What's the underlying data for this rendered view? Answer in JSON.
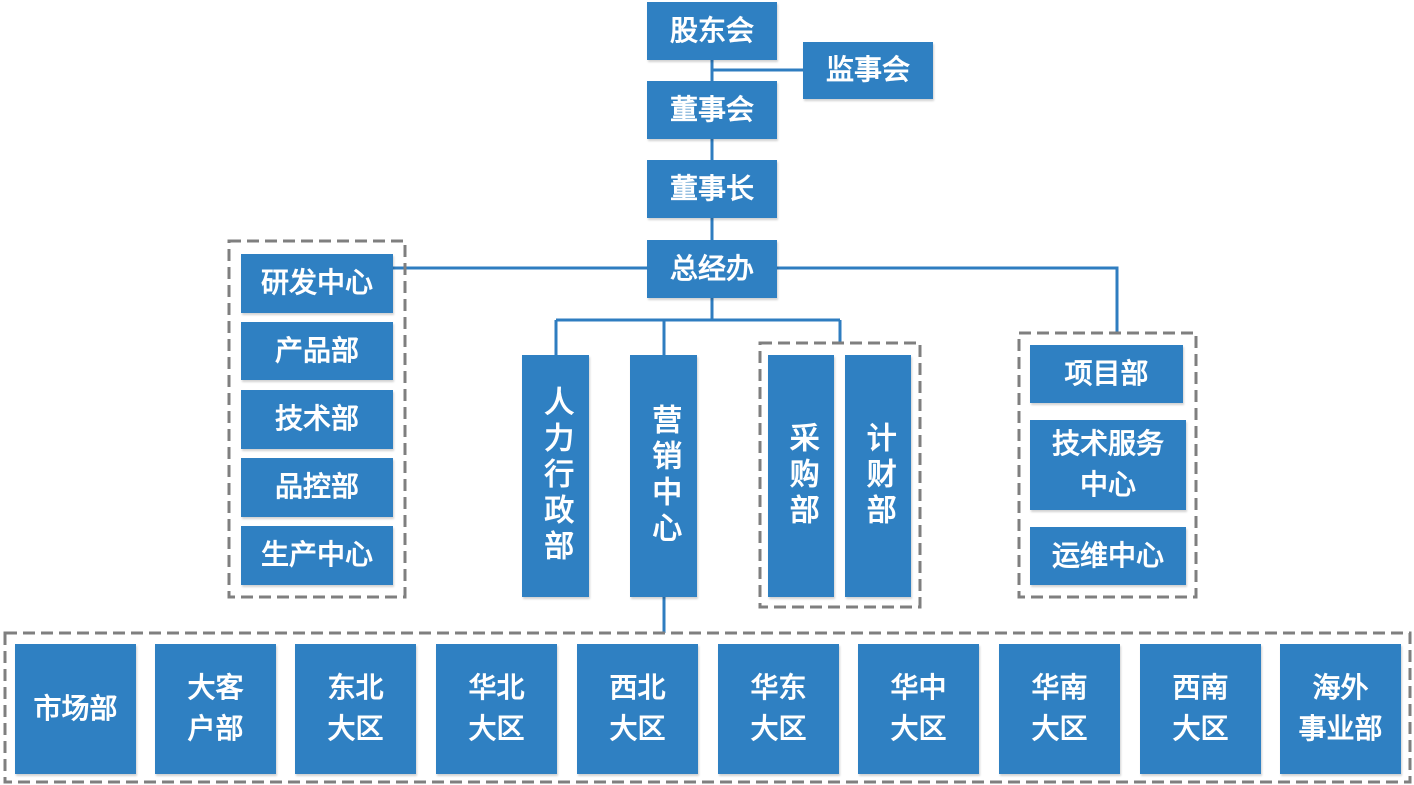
{
  "colors": {
    "box": "#2F80C2",
    "connector": "#2F7DC0",
    "dashed_frame": "#7F7F7F",
    "text": "#FFFFFF"
  },
  "governance": {
    "shareholders": "股东会",
    "supervisors": "监事会",
    "board": "董事会",
    "chairman": "董事长",
    "gm_office": "总经办"
  },
  "left_group": [
    "研发中心",
    "产品部",
    "技术部",
    "品控部",
    "生产中心"
  ],
  "middle": {
    "hr_admin": "人力行政部",
    "marketing": "营销中心",
    "purchasing": "采购部",
    "finance": "计财部"
  },
  "right_group": [
    [
      "项目部"
    ],
    [
      "技术服务",
      "中心"
    ],
    [
      "运维中心"
    ]
  ],
  "sales_units": [
    [
      "市场部"
    ],
    [
      "大客",
      "户部"
    ],
    [
      "东北",
      "大区"
    ],
    [
      "华北",
      "大区"
    ],
    [
      "西北",
      "大区"
    ],
    [
      "华东",
      "大区"
    ],
    [
      "华中",
      "大区"
    ],
    [
      "华南",
      "大区"
    ],
    [
      "西南",
      "大区"
    ],
    [
      "海外",
      "事业部"
    ]
  ]
}
